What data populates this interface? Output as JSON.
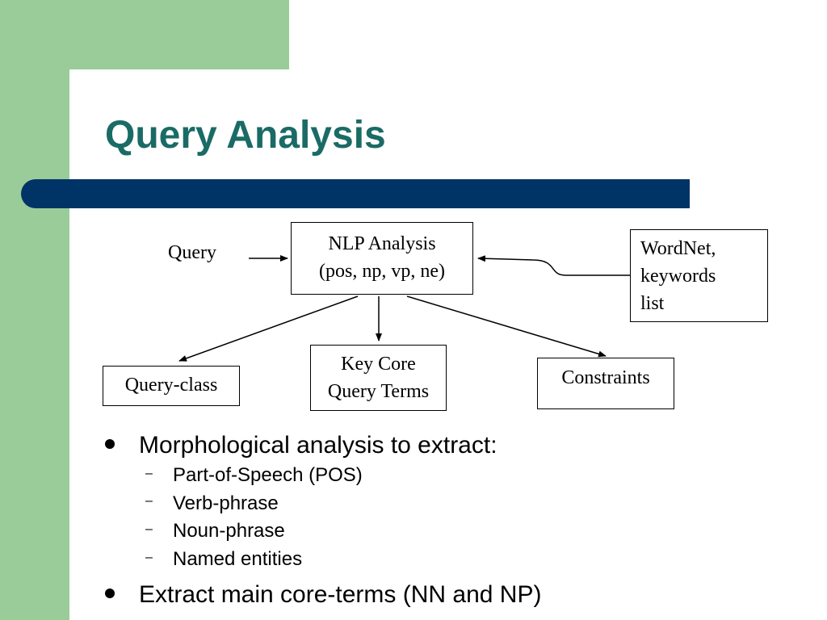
{
  "slide": {
    "title": "Query Analysis"
  },
  "diagram": {
    "query_label": "Query",
    "nlp_box": [
      "NLP Analysis",
      "(pos, np, vp, ne)"
    ],
    "wordnet_box": [
      "WordNet,",
      "keywords",
      "list"
    ],
    "query_class_box": "Query-class",
    "key_core_box": [
      "Key Core",
      "Query Terms"
    ],
    "constraints_box": "Constraints"
  },
  "bullets": {
    "item1": {
      "text": "Morphological analysis to extract:",
      "sub": [
        "Part-of-Speech (POS)",
        "Verb-phrase",
        "Noun-phrase",
        "Named entities"
      ]
    },
    "item2": {
      "text": "Extract main core-terms (NN and NP)"
    }
  },
  "colors": {
    "title": "#1a6b66",
    "accent_bar": "#003366",
    "side_green": "#99cc99"
  }
}
